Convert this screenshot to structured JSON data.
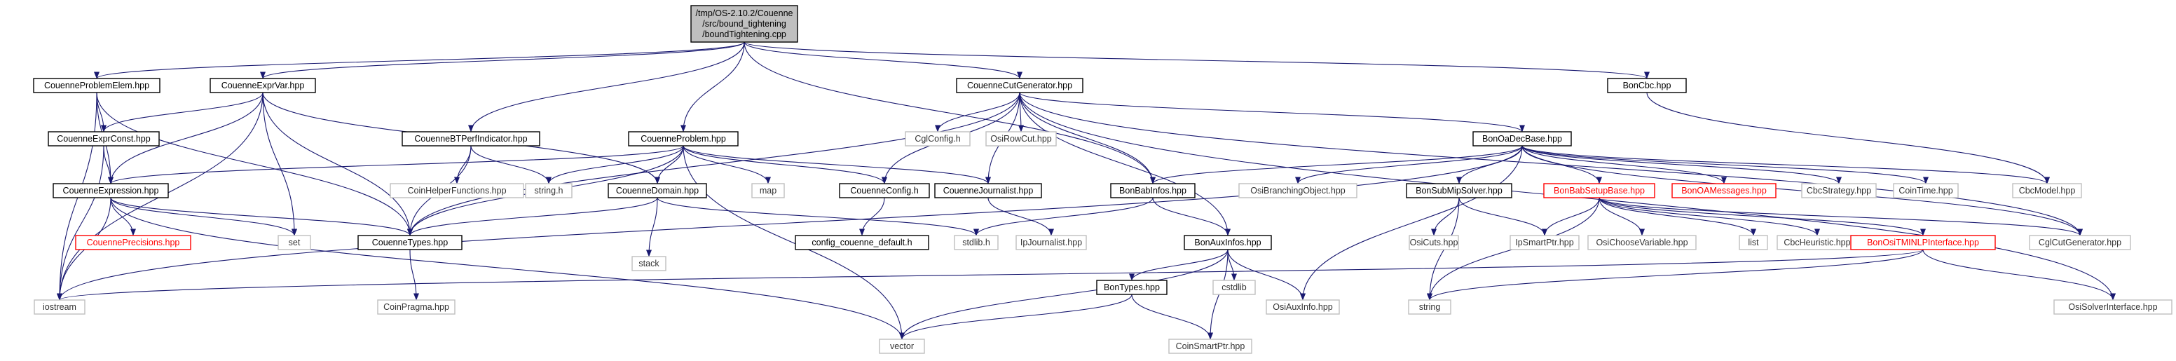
{
  "graph": {
    "colors": {
      "edge": "#191970",
      "root_fill": "#bfbfbf",
      "documented_border": "#000000",
      "system_border": "#bfbfbf",
      "truncated_border": "#ff0000"
    },
    "nodes": [
      {
        "id": "root",
        "lines": [
          "/tmp/OS-2.10.2/Couenne",
          "/src/bound_tightening",
          "/boundTightening.cpp"
        ],
        "type": "root"
      },
      {
        "id": "CouenneProblemElem",
        "lines": [
          "CouenneProblemElem.hpp"
        ],
        "type": "main"
      },
      {
        "id": "CouenneExprVar",
        "lines": [
          "CouenneExprVar.hpp"
        ],
        "type": "main"
      },
      {
        "id": "CouenneCutGenerator",
        "lines": [
          "CouenneCutGenerator.hpp"
        ],
        "type": "main"
      },
      {
        "id": "BonCbc",
        "lines": [
          "BonCbc.hpp"
        ],
        "type": "main"
      },
      {
        "id": "CouenneExprConst",
        "lines": [
          "CouenneExprConst.hpp"
        ],
        "type": "main"
      },
      {
        "id": "CouenneBTPerfIndicator",
        "lines": [
          "CouenneBTPerfIndicator.hpp"
        ],
        "type": "main"
      },
      {
        "id": "CouenneProblem",
        "lines": [
          "CouenneProblem.hpp"
        ],
        "type": "main"
      },
      {
        "id": "CglConfig",
        "lines": [
          "CglConfig.h"
        ],
        "type": "sys"
      },
      {
        "id": "OsiRowCut",
        "lines": [
          "OsiRowCut.hpp"
        ],
        "type": "sys"
      },
      {
        "id": "BonOaDecBase",
        "lines": [
          "BonOaDecBase.hpp"
        ],
        "type": "main"
      },
      {
        "id": "CouenneExpression",
        "lines": [
          "CouenneExpression.hpp"
        ],
        "type": "main"
      },
      {
        "id": "CoinHelperFunctions",
        "lines": [
          "CoinHelperFunctions.hpp"
        ],
        "type": "sys"
      },
      {
        "id": "string_h",
        "lines": [
          "string.h"
        ],
        "type": "sys"
      },
      {
        "id": "CouenneDomain",
        "lines": [
          "CouenneDomain.hpp"
        ],
        "type": "main"
      },
      {
        "id": "map",
        "lines": [
          "map"
        ],
        "type": "sys"
      },
      {
        "id": "CouenneConfig",
        "lines": [
          "CouenneConfig.h"
        ],
        "type": "main"
      },
      {
        "id": "CouenneJournalist",
        "lines": [
          "CouenneJournalist.hpp"
        ],
        "type": "main"
      },
      {
        "id": "BonBabInfos",
        "lines": [
          "BonBabInfos.hpp"
        ],
        "type": "main"
      },
      {
        "id": "OsiBranchingObject",
        "lines": [
          "OsiBranchingObject.hpp"
        ],
        "type": "sys"
      },
      {
        "id": "BonSubMipSolver",
        "lines": [
          "BonSubMipSolver.hpp"
        ],
        "type": "main"
      },
      {
        "id": "BonBabSetupBase",
        "lines": [
          "BonBabSetupBase.hpp"
        ],
        "type": "trunc"
      },
      {
        "id": "BonOAMessages",
        "lines": [
          "BonOAMessages.hpp"
        ],
        "type": "trunc"
      },
      {
        "id": "CbcStrategy",
        "lines": [
          "CbcStrategy.hpp"
        ],
        "type": "sys"
      },
      {
        "id": "CoinTime",
        "lines": [
          "CoinTime.hpp"
        ],
        "type": "sys"
      },
      {
        "id": "CbcModel",
        "lines": [
          "CbcModel.hpp"
        ],
        "type": "sys"
      },
      {
        "id": "CouennePrecisions",
        "lines": [
          "CouennePrecisions.hpp"
        ],
        "type": "trunc"
      },
      {
        "id": "set",
        "lines": [
          "set"
        ],
        "type": "sys"
      },
      {
        "id": "CouenneTypes",
        "lines": [
          "CouenneTypes.hpp"
        ],
        "type": "main"
      },
      {
        "id": "stack",
        "lines": [
          "stack"
        ],
        "type": "sys"
      },
      {
        "id": "config_couenne_default",
        "lines": [
          "config_couenne_default.h"
        ],
        "type": "main"
      },
      {
        "id": "stdlib_h",
        "lines": [
          "stdlib.h"
        ],
        "type": "sys"
      },
      {
        "id": "IpJournalist",
        "lines": [
          "IpJournalist.hpp"
        ],
        "type": "sys"
      },
      {
        "id": "BonAuxInfos",
        "lines": [
          "BonAuxInfos.hpp"
        ],
        "type": "main"
      },
      {
        "id": "OsiCuts",
        "lines": [
          "OsiCuts.hpp"
        ],
        "type": "sys"
      },
      {
        "id": "IpSmartPtr",
        "lines": [
          "IpSmartPtr.hpp"
        ],
        "type": "sys"
      },
      {
        "id": "OsiChooseVariable",
        "lines": [
          "OsiChooseVariable.hpp"
        ],
        "type": "sys"
      },
      {
        "id": "list",
        "lines": [
          "list"
        ],
        "type": "sys"
      },
      {
        "id": "CbcHeuristic",
        "lines": [
          "CbcHeuristic.hpp"
        ],
        "type": "sys"
      },
      {
        "id": "BonOsiTMINLPInterface",
        "lines": [
          "BonOsiTMINLPInterface.hpp"
        ],
        "type": "trunc"
      },
      {
        "id": "CglCutGenerator",
        "lines": [
          "CglCutGenerator.hpp"
        ],
        "type": "sys"
      },
      {
        "id": "iostream",
        "lines": [
          "iostream"
        ],
        "type": "sys"
      },
      {
        "id": "CoinPragma",
        "lines": [
          "CoinPragma.hpp"
        ],
        "type": "sys"
      },
      {
        "id": "BonTypes",
        "lines": [
          "BonTypes.hpp"
        ],
        "type": "main"
      },
      {
        "id": "cstdlib",
        "lines": [
          "cstdlib"
        ],
        "type": "sys"
      },
      {
        "id": "OsiAuxInfo",
        "lines": [
          "OsiAuxInfo.hpp"
        ],
        "type": "sys"
      },
      {
        "id": "string",
        "lines": [
          "string"
        ],
        "type": "sys"
      },
      {
        "id": "OsiSolverInterface",
        "lines": [
          "OsiSolverInterface.hpp"
        ],
        "type": "sys"
      },
      {
        "id": "vector",
        "lines": [
          "vector"
        ],
        "type": "sys"
      },
      {
        "id": "CoinSmartPtr",
        "lines": [
          "CoinSmartPtr.hpp"
        ],
        "type": "sys"
      }
    ],
    "edges": [
      [
        "root",
        "CouenneProblemElem"
      ],
      [
        "root",
        "CouenneExprVar"
      ],
      [
        "root",
        "CouenneCutGenerator"
      ],
      [
        "root",
        "BonCbc"
      ],
      [
        "root",
        "CouenneBTPerfIndicator"
      ],
      [
        "root",
        "CouenneProblem"
      ],
      [
        "root",
        "BonBabInfos"
      ],
      [
        "CouenneProblemElem",
        "CouenneExprConst"
      ],
      [
        "CouenneProblemElem",
        "CouenneExpression"
      ],
      [
        "CouenneProblemElem",
        "CouenneTypes"
      ],
      [
        "CouenneProblemElem",
        "iostream"
      ],
      [
        "CouenneExprVar",
        "CouenneExprConst"
      ],
      [
        "CouenneExprVar",
        "CouenneExpression"
      ],
      [
        "CouenneExprVar",
        "CouenneDomain"
      ],
      [
        "CouenneExprVar",
        "set"
      ],
      [
        "CouenneExprVar",
        "CouenneTypes"
      ],
      [
        "CouenneExprVar",
        "iostream"
      ],
      [
        "CouenneExprConst",
        "CouenneExpression"
      ],
      [
        "CouenneExprConst",
        "iostream"
      ],
      [
        "CouenneExpression",
        "CouennePrecisions"
      ],
      [
        "CouenneExpression",
        "set"
      ],
      [
        "CouenneExpression",
        "CouenneTypes"
      ],
      [
        "CouenneExpression",
        "iostream"
      ],
      [
        "CouenneExpression",
        "vector"
      ],
      [
        "CouenneBTPerfIndicator",
        "CoinHelperFunctions"
      ],
      [
        "CouenneBTPerfIndicator",
        "string_h"
      ],
      [
        "CouenneBTPerfIndicator",
        "CouenneTypes"
      ],
      [
        "CouenneProblem",
        "CouenneExpression"
      ],
      [
        "CouenneProblem",
        "string_h"
      ],
      [
        "CouenneProblem",
        "CouenneDomain"
      ],
      [
        "CouenneProblem",
        "map"
      ],
      [
        "CouenneProblem",
        "CouenneConfig"
      ],
      [
        "CouenneProblem",
        "CouenneJournalist"
      ],
      [
        "CouenneProblem",
        "CouenneTypes"
      ],
      [
        "CouenneProblem",
        "vector"
      ],
      [
        "CouenneDomain",
        "CouenneTypes"
      ],
      [
        "CouenneDomain",
        "stack"
      ],
      [
        "CouenneDomain",
        "stdlib_h"
      ],
      [
        "CouenneConfig",
        "config_couenne_default"
      ],
      [
        "CouenneJournalist",
        "IpJournalist"
      ],
      [
        "CouenneTypes",
        "CoinPragma"
      ],
      [
        "CouenneCutGenerator",
        "CouenneConfig"
      ],
      [
        "CouenneCutGenerator",
        "CouenneJournalist"
      ],
      [
        "CouenneCutGenerator",
        "CglConfig"
      ],
      [
        "CouenneCutGenerator",
        "OsiRowCut"
      ],
      [
        "CouenneCutGenerator",
        "BonOaDecBase"
      ],
      [
        "CouenneCutGenerator",
        "BonBabInfos"
      ],
      [
        "CouenneCutGenerator",
        "BonAuxInfos"
      ],
      [
        "CouenneCutGenerator",
        "CglCutGenerator"
      ],
      [
        "CouenneCutGenerator",
        "OsiSolverInterface"
      ],
      [
        "CouenneCutGenerator",
        "CouenneTypes"
      ],
      [
        "BonCbc",
        "CbcModel"
      ],
      [
        "BonOaDecBase",
        "BonBabInfos"
      ],
      [
        "BonOaDecBase",
        "OsiBranchingObject"
      ],
      [
        "BonOaDecBase",
        "BonSubMipSolver"
      ],
      [
        "BonOaDecBase",
        "BonBabSetupBase"
      ],
      [
        "BonOaDecBase",
        "BonOAMessages"
      ],
      [
        "BonOaDecBase",
        "CbcStrategy"
      ],
      [
        "BonOaDecBase",
        "CoinTime"
      ],
      [
        "BonOaDecBase",
        "CbcModel"
      ],
      [
        "BonOaDecBase",
        "OsiAuxInfo"
      ],
      [
        "BonOaDecBase",
        "CglCutGenerator"
      ],
      [
        "BonOaDecBase",
        "iostream"
      ],
      [
        "BonBabInfos",
        "stdlib_h"
      ],
      [
        "BonBabInfos",
        "BonAuxInfos"
      ],
      [
        "BonSubMipSolver",
        "OsiCuts"
      ],
      [
        "BonSubMipSolver",
        "IpSmartPtr"
      ],
      [
        "BonSubMipSolver",
        "string"
      ],
      [
        "BonBabSetupBase",
        "IpSmartPtr"
      ],
      [
        "BonBabSetupBase",
        "OsiChooseVariable"
      ],
      [
        "BonBabSetupBase",
        "list"
      ],
      [
        "BonBabSetupBase",
        "CbcHeuristic"
      ],
      [
        "BonBabSetupBase",
        "BonOsiTMINLPInterface"
      ],
      [
        "BonBabSetupBase",
        "CglCutGenerator"
      ],
      [
        "BonBabSetupBase",
        "string"
      ],
      [
        "BonOsiTMINLPInterface",
        "OsiSolverInterface"
      ],
      [
        "BonOsiTMINLPInterface",
        "string"
      ],
      [
        "BonOsiTMINLPInterface",
        "iostream"
      ],
      [
        "BonAuxInfos",
        "OsiAuxInfo"
      ],
      [
        "BonAuxInfos",
        "BonTypes"
      ],
      [
        "BonAuxInfos",
        "cstdlib"
      ],
      [
        "BonAuxInfos",
        "CoinSmartPtr"
      ],
      [
        "BonAuxInfos",
        "vector"
      ],
      [
        "BonTypes",
        "vector"
      ],
      [
        "BonTypes",
        "CoinSmartPtr"
      ]
    ]
  }
}
